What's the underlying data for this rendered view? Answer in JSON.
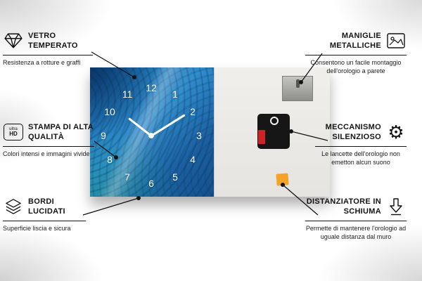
{
  "features": {
    "left": [
      {
        "title": "VETRO TEMPERATO",
        "desc": "Resistenza a rotture e graffi",
        "icon": "diamond"
      },
      {
        "title": "STAMPA DI ALTA QUALITÀ",
        "desc": "Colori intensi e immagini vivide",
        "icon": "ultra-hd",
        "icon_line1": "ultra",
        "icon_line2": "HD"
      },
      {
        "title": "BORDI LUCIDATI",
        "desc": "Superficie liscia e sicura",
        "icon": "layers"
      }
    ],
    "right": [
      {
        "title": "MANIGLIE METALLICHE",
        "desc": "Consentono un facile montaggio dell'orologio a parete",
        "icon": "picture-frame"
      },
      {
        "title": "MECCANISMO SILENZIOSO",
        "desc": "Le lancette dell'orologio non emetton alcun suono",
        "icon": "gear",
        "glyph": "⚙"
      },
      {
        "title": "DISTANZIATORE IN SCHIUMA",
        "desc": "Permette di mantenere l'orologio ad uguale distanza dal muro",
        "icon": "down-arrow"
      }
    ]
  },
  "clock": {
    "numbers": [
      "12",
      "1",
      "2",
      "3",
      "4",
      "5",
      "6",
      "7",
      "8",
      "9",
      "10",
      "11"
    ]
  },
  "colors": {
    "glass_blue": "#2f8ccc",
    "foam_orange": "#f3a428",
    "battery_red": "#cc2424",
    "line_black": "#141414"
  }
}
